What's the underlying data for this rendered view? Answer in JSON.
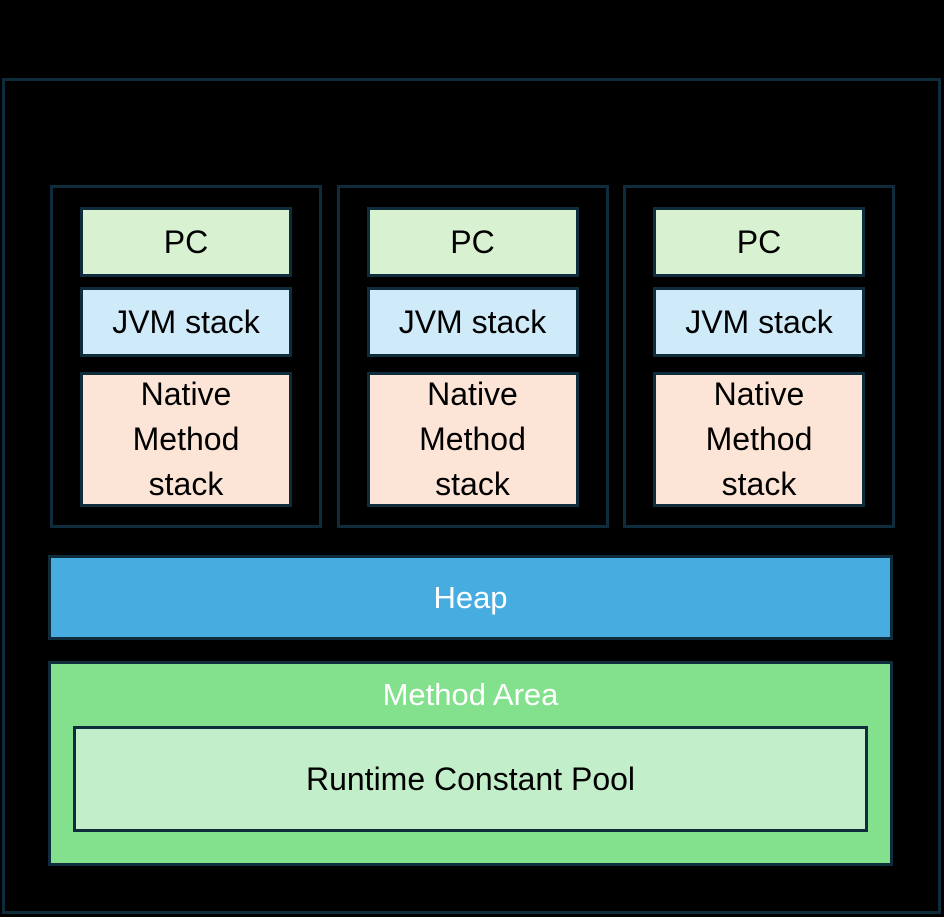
{
  "diagram": {
    "threads": [
      {
        "pc": "PC",
        "jvm_stack": "JVM stack",
        "native_method_stack": "Native Method stack"
      },
      {
        "pc": "PC",
        "jvm_stack": "JVM stack",
        "native_method_stack": "Native Method stack"
      },
      {
        "pc": "PC",
        "jvm_stack": "JVM stack",
        "native_method_stack": "Native Method stack"
      }
    ],
    "heap": {
      "label": "Heap"
    },
    "method_area": {
      "label": "Method Area",
      "runtime_constant_pool": {
        "label": "Runtime Constant Pool"
      }
    },
    "colors": {
      "background": "#000000",
      "border": "#0e2c3c",
      "pc_fill": "#d8f1d0",
      "jvm_stack_fill": "#cfeaf8",
      "native_stack_fill": "#fce4d6",
      "heap_fill": "#47ade0",
      "method_area_fill": "#83e08d",
      "runtime_pool_fill": "#c2eec9",
      "label_dark": "#000000",
      "label_light": "#ffffff"
    }
  }
}
